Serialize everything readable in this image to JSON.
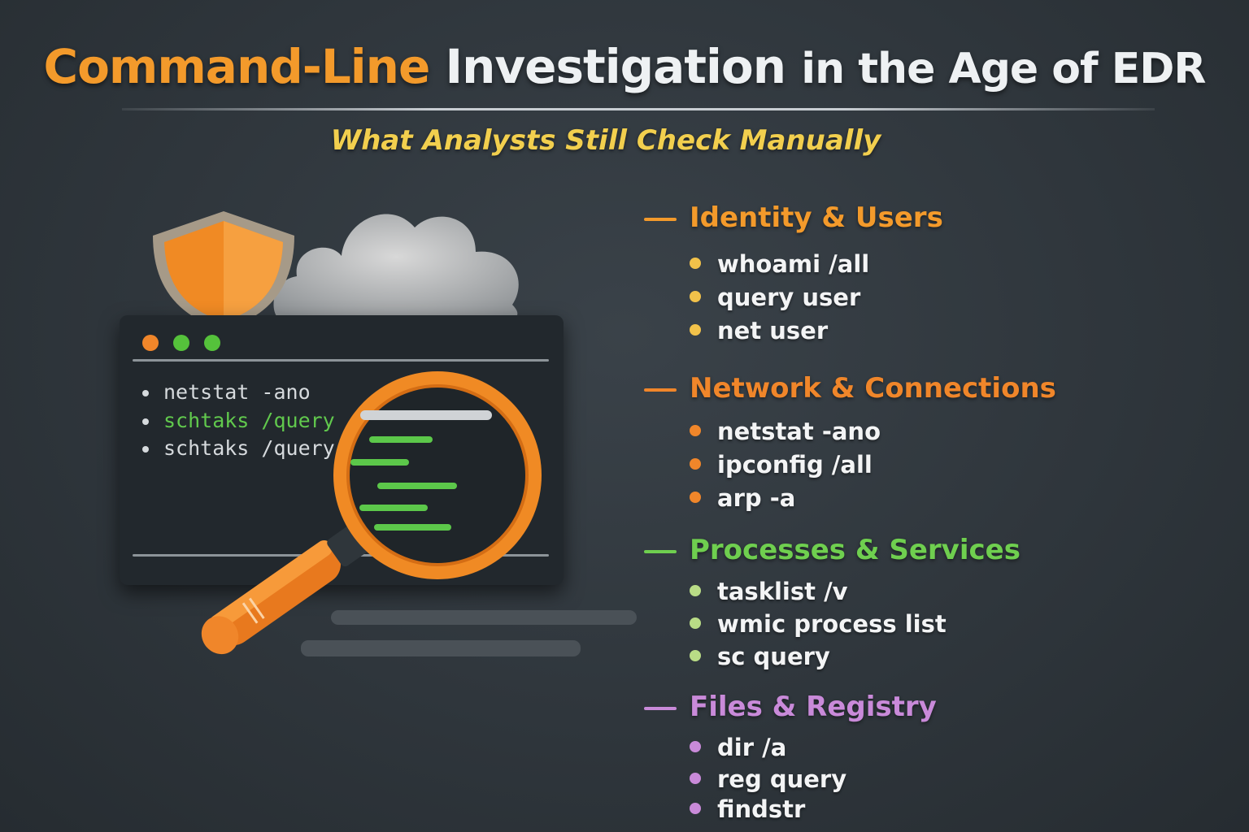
{
  "title": {
    "part1": "Command-Line",
    "part2": "Investigation",
    "part3": "in the Age of EDR"
  },
  "subtitle": "What Analysts Still Check Manually",
  "terminal": {
    "lines": [
      {
        "text": "netstat -ano",
        "color": "#d6dadd"
      },
      {
        "text": "schtaks /query",
        "color": "#61c94d"
      },
      {
        "text": "schtaks /query",
        "color": "#d6dadd"
      }
    ],
    "window_dots": [
      "#f0862a",
      "#55c23b",
      "#55c23b"
    ]
  },
  "icons": [
    "shield-icon",
    "cloud-icon",
    "magnifying-glass-icon",
    "terminal-window-icon"
  ],
  "sections": [
    {
      "heading": "Identity & Users",
      "color": "#f39a2b",
      "bullet_color": "#f2c24a",
      "items": [
        "whoami /all",
        "query user",
        "net user"
      ]
    },
    {
      "heading": "Network & Connections",
      "color": "#f0862a",
      "bullet_color": "#f0862a",
      "items": [
        "netstat -ano",
        "ipconfig /all",
        "arp -a"
      ]
    },
    {
      "heading": "Processes & Services",
      "color": "#6fcf4f",
      "bullet_color": "#b9dc86",
      "items": [
        "tasklist /v",
        "wmic process list",
        "sc query"
      ]
    },
    {
      "heading": "Files & Registry",
      "color": "#c98ad9",
      "bullet_color": "#c98ad9",
      "items": [
        "dir /a",
        "reg query",
        "findstr"
      ]
    }
  ]
}
